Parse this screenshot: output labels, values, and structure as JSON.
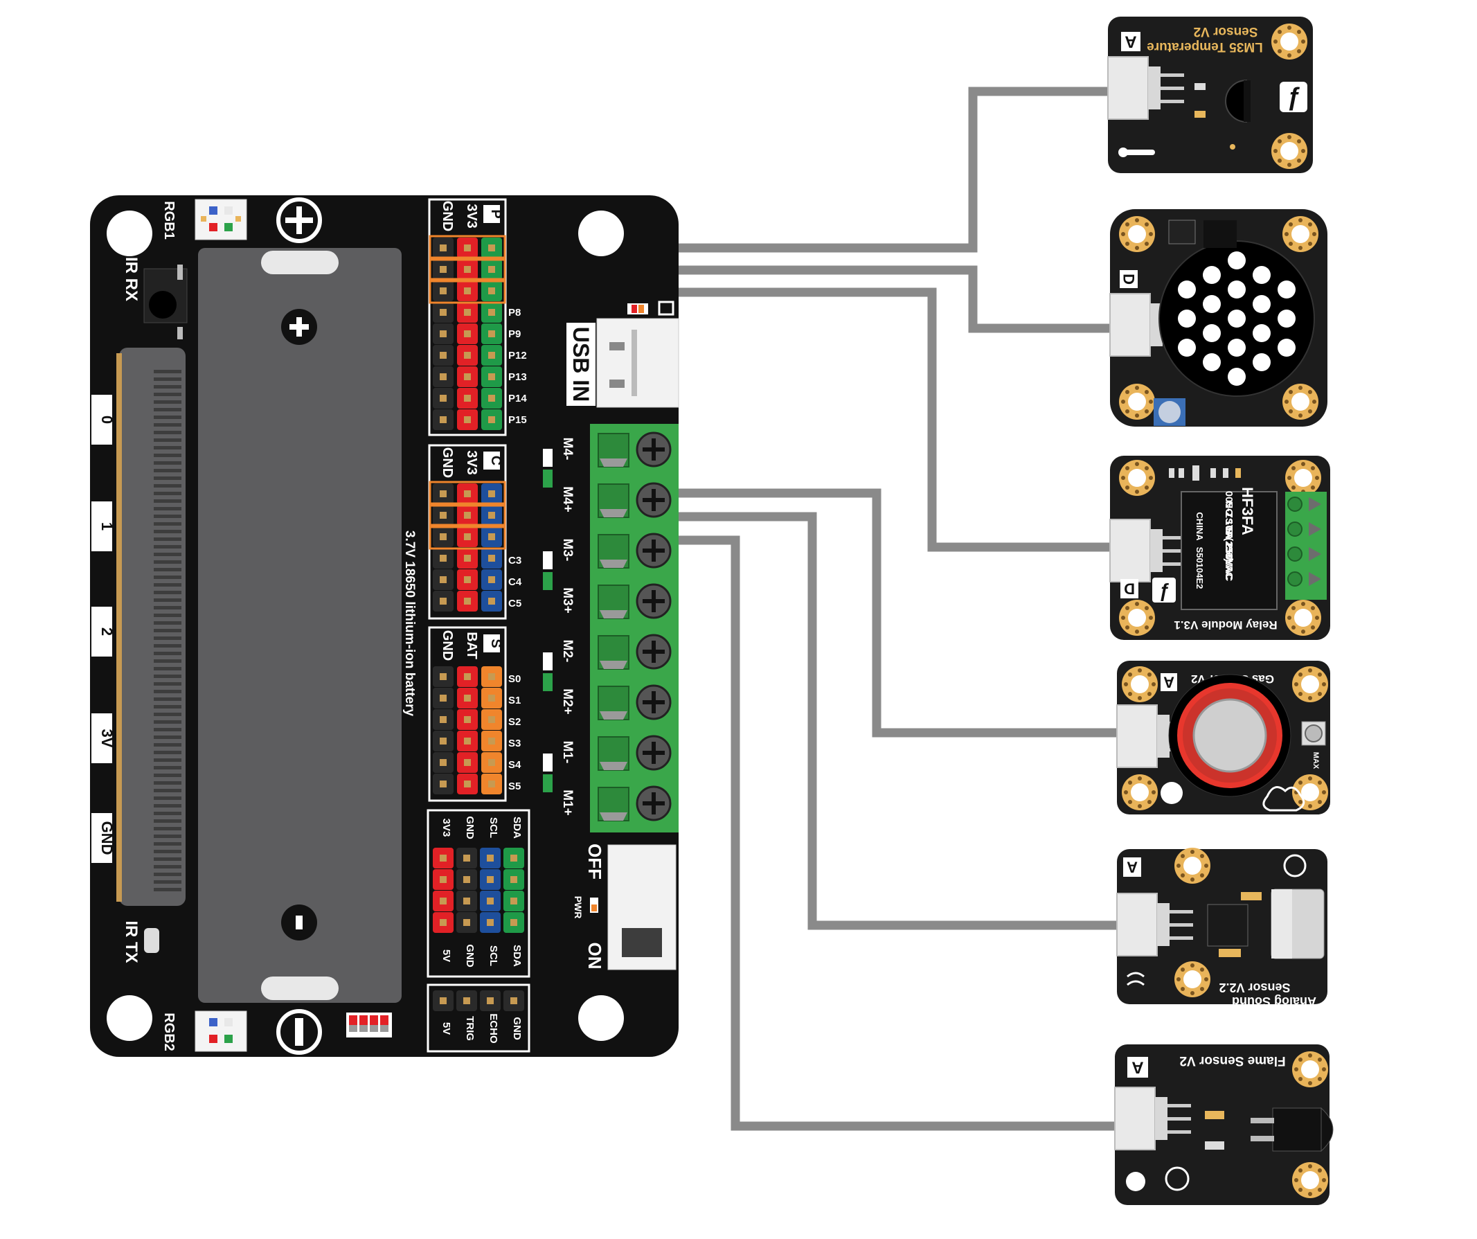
{
  "board": {
    "battery_label": "3.7V 18650 lithium-ion battery",
    "usb_label": "USB IN",
    "off_label": "OFF",
    "on_label": "ON",
    "pwr_label": "PWR",
    "ir_rx": "IR RX",
    "ir_tx": "IR TX",
    "rgb1": "RGB1",
    "rgb2": "RGB2",
    "edge_pins": [
      "0",
      "1",
      "2",
      "3V",
      "GND"
    ],
    "p_group": {
      "letter": "P",
      "headers": [
        "GND",
        "3V3"
      ],
      "pins": [
        "P8",
        "P9",
        "P12",
        "P13",
        "P14",
        "P15"
      ]
    },
    "c_group": {
      "letter": "C",
      "headers": [
        "GND",
        "3V3"
      ],
      "pins": [
        "C3",
        "C4",
        "C5"
      ]
    },
    "s_group": {
      "letter": "S",
      "headers": [
        "GND",
        "BAT"
      ],
      "pins": [
        "S0",
        "S1",
        "S2",
        "S3",
        "S4",
        "S5"
      ]
    },
    "i2c_top": [
      "3V3",
      "GND",
      "SCL",
      "SDA"
    ],
    "i2c_bottom": [
      "5V",
      "GND",
      "SCL",
      "SDA"
    ],
    "ultrasonic": [
      "5V",
      "TRIG",
      "ECHO",
      "GND"
    ],
    "motors": [
      "M4-",
      "M4+",
      "M3-",
      "M3+",
      "M2-",
      "M2+",
      "M1-",
      "M1+"
    ]
  },
  "modules": [
    {
      "title": "LM35 Temperature",
      "subtitle": "Sensor V2",
      "tag": "A"
    },
    {
      "title": "",
      "subtitle": "",
      "tag": "D"
    },
    {
      "title": "Relay Module V3.1",
      "subtitle": "",
      "tag": "D",
      "relay_text": [
        "HF3FA",
        "005-ZSTF(136)",
        "NO 10A 250VAC",
        "5A 250VAC",
        "CHINA",
        "S50104E2"
      ]
    },
    {
      "title": "Gas Sensor V2",
      "subtitle": "",
      "tag": "A",
      "max_label": "MAX"
    },
    {
      "title": "Analog Sound",
      "subtitle": "Sensor V2.2",
      "tag": "A"
    },
    {
      "title": "Flame Sensor V2",
      "subtitle": "",
      "tag": "A"
    }
  ],
  "colors": {
    "board": "#111111",
    "battery": "#5d5d5f",
    "wire": "#8a8a8a",
    "terminal": "#3aa74a",
    "pin_red": "#e22126",
    "pin_green": "#1f9a48",
    "pin_blue": "#1e4f9c",
    "pin_orange": "#f0852c",
    "gold": "#e8b75c"
  }
}
